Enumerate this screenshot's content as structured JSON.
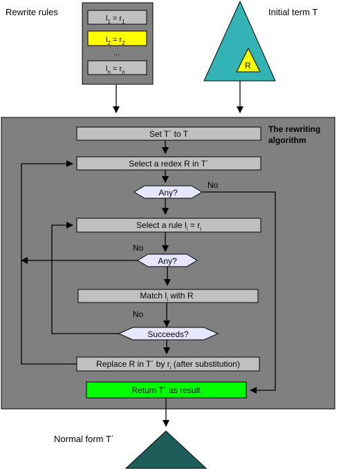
{
  "rules_panel": {
    "title": "Rewrite rules",
    "rule1_l": "l",
    "rule1_lsub": "1",
    "rule1_eq": " = r",
    "rule1_rsub": "1",
    "rule2_l": "l",
    "rule2_lsub": "2",
    "rule2_eq": " = r",
    "rule2_rsub": "2",
    "dots": "...",
    "rulen_l": "l",
    "rulen_lsub": "n",
    "rulen_eq": " = r",
    "rulen_rsub": "n"
  },
  "initial_term": {
    "title": "Initial term T",
    "redex": "R"
  },
  "algorithm": {
    "title_line1": "The rewriting",
    "title_line2": "algorithm",
    "set_t": "Set T´ to T",
    "select_redex": "Select a redex R in T´",
    "any1": "Any?",
    "no1": "No",
    "select_rule_a": "Select a rule l",
    "select_rule_sub1": "i",
    "select_rule_b": " = r",
    "select_rule_sub2": "i",
    "any2": "Any?",
    "no2": "No",
    "match_a": "Match l",
    "match_sub": "i",
    "match_b": " with R",
    "no3": "No",
    "succeeds": "Succeeds?",
    "replace_a": "Replace R in T´ by r",
    "replace_sub": "i",
    "replace_b": "  (after substitution)",
    "return": "Return T´ as result"
  },
  "normal_form": {
    "title": "Normal form T´"
  },
  "colors": {
    "panel": "#808080",
    "box": "#c0c0c0",
    "highlight": "#ffff00",
    "triangle_initial": "#33b3b3",
    "triangle_normal": "#1e5e5a",
    "return_box": "#00ff00",
    "diamond": "#e6e6ff"
  }
}
